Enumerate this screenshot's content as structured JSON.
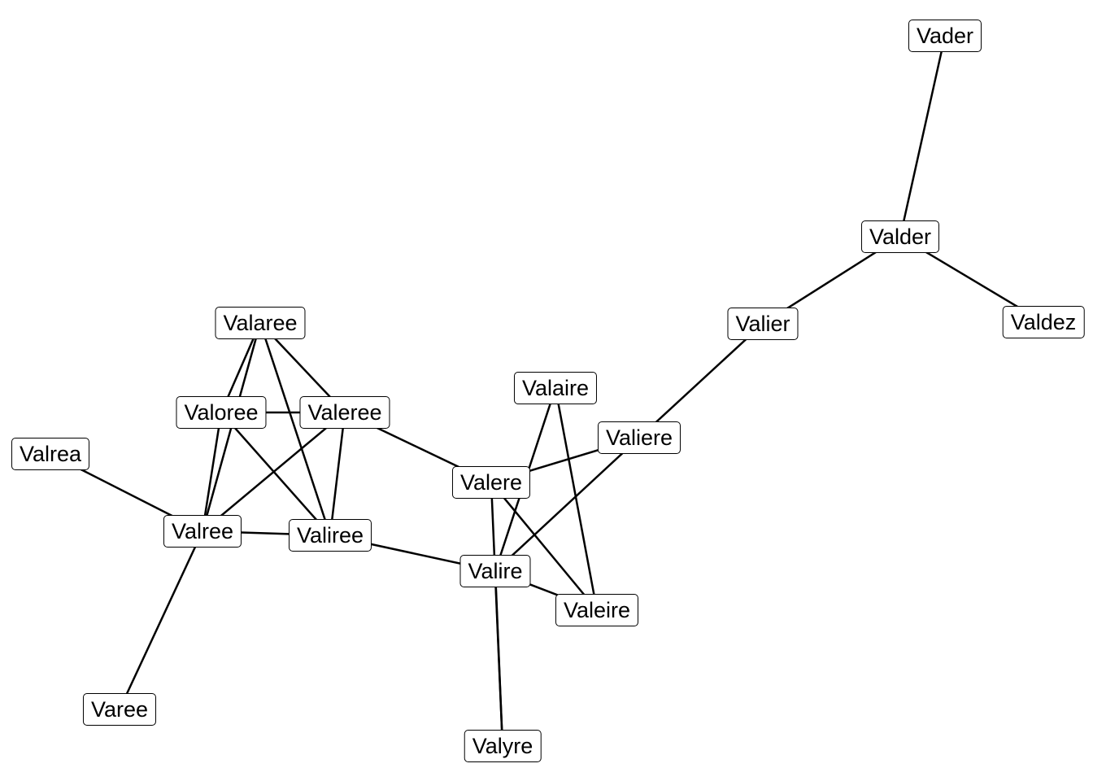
{
  "graph": {
    "nodes": [
      "Vader",
      "Valder",
      "Valier",
      "Valdez",
      "Valaree",
      "Valoree",
      "Valeree",
      "Valrea",
      "Valree",
      "Valiree",
      "Valaire",
      "Valiere",
      "Valere",
      "Valire",
      "Valeire",
      "Varee",
      "Valyre"
    ],
    "edges": [
      [
        "Vader",
        "Valder"
      ],
      [
        "Valder",
        "Valier"
      ],
      [
        "Valder",
        "Valdez"
      ],
      [
        "Valier",
        "Valiere"
      ],
      [
        "Valaree",
        "Valoree"
      ],
      [
        "Valaree",
        "Valree"
      ],
      [
        "Valaree",
        "Valiree"
      ],
      [
        "Valaree",
        "Valeree"
      ],
      [
        "Valoree",
        "Valeree"
      ],
      [
        "Valoree",
        "Valree"
      ],
      [
        "Valoree",
        "Valiree"
      ],
      [
        "Valeree",
        "Valree"
      ],
      [
        "Valeree",
        "Valiree"
      ],
      [
        "Valeree",
        "Valere"
      ],
      [
        "Valrea",
        "Valree"
      ],
      [
        "Valree",
        "Valiree"
      ],
      [
        "Valree",
        "Varee"
      ],
      [
        "Valiree",
        "Valire"
      ],
      [
        "Valaire",
        "Valire"
      ],
      [
        "Valaire",
        "Valeire"
      ],
      [
        "Valere",
        "Valiere"
      ],
      [
        "Valiere",
        "Valire"
      ],
      [
        "Valere",
        "Valyre"
      ],
      [
        "Valere",
        "Valeire"
      ],
      [
        "Valire",
        "Valeire"
      ],
      [
        "Valire",
        "Valyre"
      ]
    ],
    "edge_color": "#000000"
  }
}
